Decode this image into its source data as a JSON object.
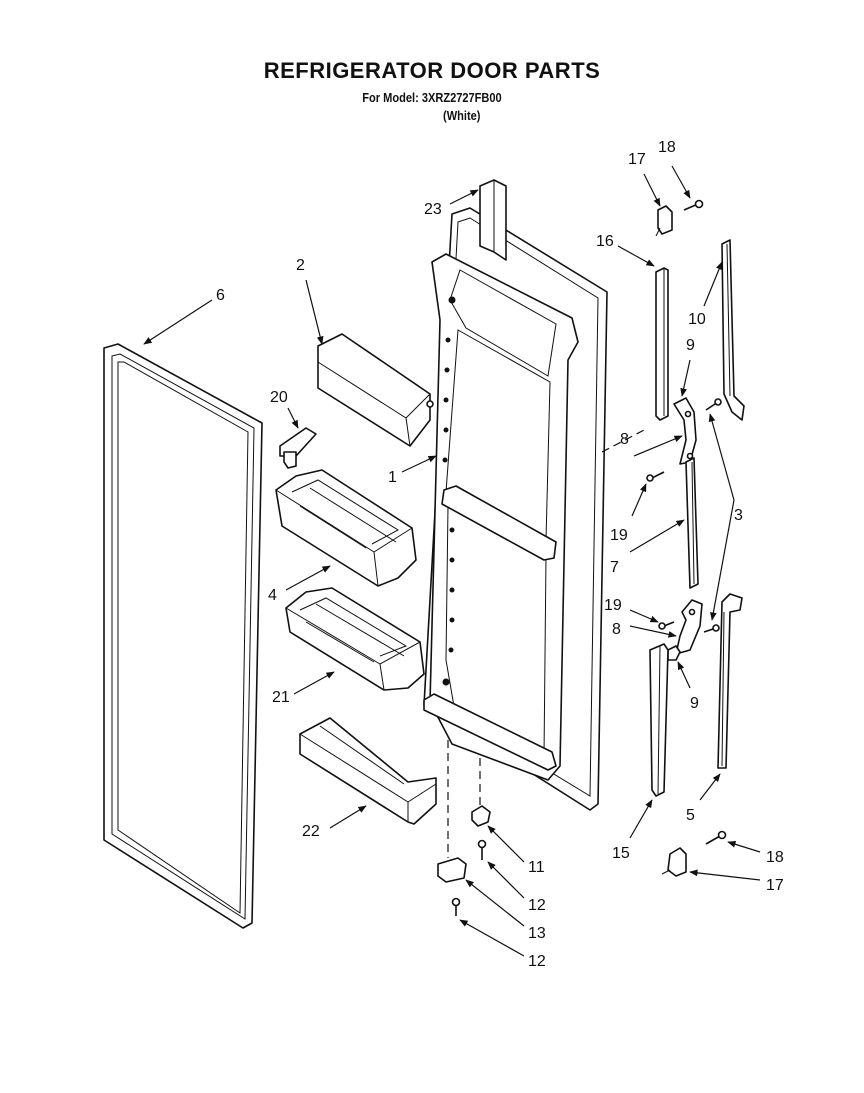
{
  "header": {
    "title": "REFRIGERATOR DOOR PARTS",
    "model_line": "For Model: 3XRZ2727FB00",
    "variant": "(White)"
  },
  "callouts": {
    "c1": "1",
    "c2": "2",
    "c3": "3",
    "c4": "4",
    "c5": "5",
    "c6": "6",
    "c7": "7",
    "c8a": "8",
    "c8b": "8",
    "c9a": "9",
    "c9b": "9",
    "c10": "10",
    "c11": "11",
    "c12a": "12",
    "c12b": "12",
    "c13": "13",
    "c15": "15",
    "c16": "16",
    "c17a": "17",
    "c17b": "17",
    "c18a": "18",
    "c18b": "18",
    "c19a": "19",
    "c19b": "19",
    "c20": "20",
    "c21": "21",
    "c22": "22",
    "c23": "23"
  }
}
